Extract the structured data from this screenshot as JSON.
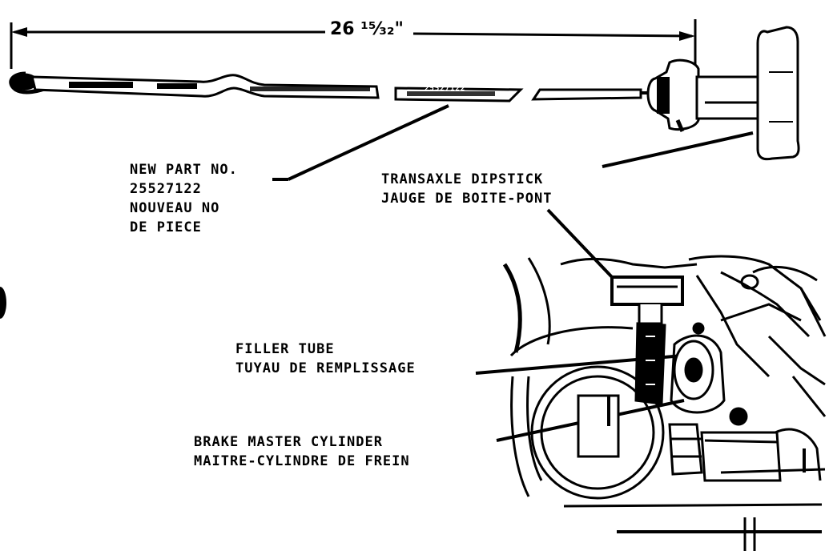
{
  "dimension": {
    "text": "26 ¹⁵⁄₃₂\""
  },
  "dipstick_stamp": {
    "text": "25527122"
  },
  "labels": {
    "new_part": {
      "line1": "NEW PART NO.",
      "line2": "25527122",
      "line3": "NOUVEAU NO",
      "line4": "DE PIECE"
    },
    "transaxle_dipstick": {
      "line1": "TRANSAXLE DIPSTICK",
      "line2": "JAUGE DE BOITE-PONT"
    },
    "filler_tube": {
      "line1": "FILLER TUBE",
      "line2": "TUYAU DE REMPLISSAGE"
    },
    "brake_master_cylinder": {
      "line1": "BRAKE MASTER CYLINDER",
      "line2": "MAITRE-CYLINDRE DE FREIN"
    }
  },
  "colors": {
    "ink": "#000000",
    "paper": "#ffffff"
  }
}
